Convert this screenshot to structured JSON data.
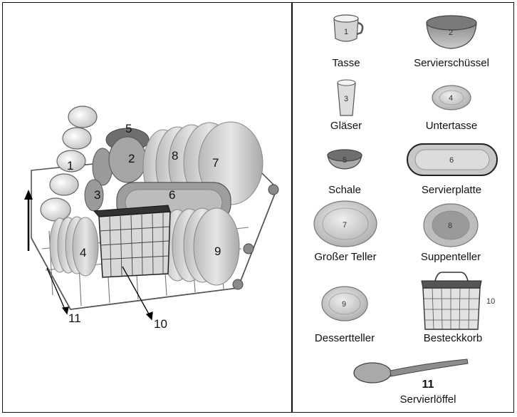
{
  "illustration": {
    "callouts": [
      "1",
      "2",
      "3",
      "4",
      "5",
      "6",
      "7",
      "8",
      "9",
      "10",
      "11"
    ]
  },
  "legend": {
    "items": [
      {
        "num": "1",
        "label": "Tasse"
      },
      {
        "num": "2",
        "label": "Servierschüssel"
      },
      {
        "num": "3",
        "label": "Gläser"
      },
      {
        "num": "4",
        "label": "Untertasse"
      },
      {
        "num": "5",
        "label": "Schale"
      },
      {
        "num": "6",
        "label": "Servierplatte"
      },
      {
        "num": "7",
        "label": "Großer Teller"
      },
      {
        "num": "8",
        "label": "Suppenteller"
      },
      {
        "num": "9",
        "label": "Dessertteller"
      },
      {
        "num": "10",
        "label": "Besteckkorb"
      },
      {
        "num": "11",
        "label": "Servierlöffel"
      }
    ]
  }
}
